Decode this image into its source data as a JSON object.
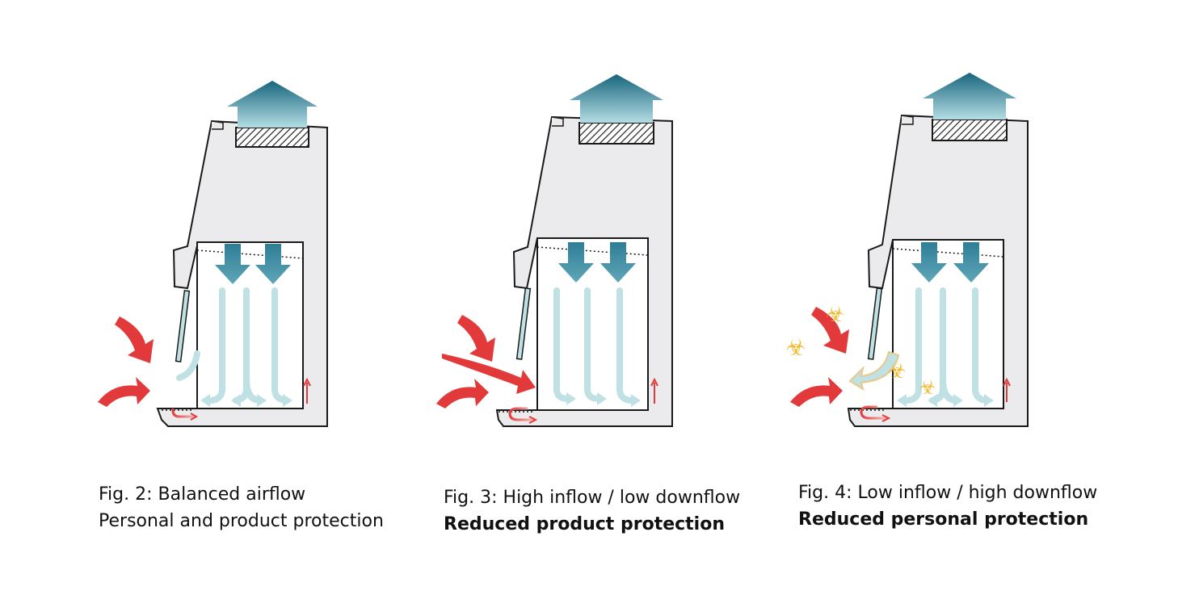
{
  "figures": [
    {
      "id": "fig2",
      "caption_line1": "Fig. 2: Balanced airflow",
      "caption_line2": "Personal and product protection",
      "line2_bold": false,
      "state": "balanced"
    },
    {
      "id": "fig3",
      "caption_line1": "Fig. 3: High inflow / low downflow",
      "caption_line2": "Reduced product protection",
      "line2_bold": true,
      "state": "high-inflow"
    },
    {
      "id": "fig4",
      "caption_line1": "Fig. 4: Low inflow / high downflow",
      "caption_line2": "Reduced personal protection",
      "line2_bold": true,
      "state": "low-inflow"
    }
  ],
  "colors": {
    "cabinet_fill": "#ebebed",
    "cabinet_stroke": "#1a1a1a",
    "exhaust_arrow_top": "#17657c",
    "exhaust_arrow_bottom": "#b4dde4",
    "downflow_arrow": "#3d8ba1",
    "downflow_stream": "#bfe1e4",
    "inflow_arrow": "#e23a3a",
    "biohazard": "#f0b92e"
  },
  "icons": [
    "exhaust-arrow-icon",
    "hepa-filter-icon",
    "downflow-arrow-icon",
    "inflow-arrow-icon",
    "biohazard-icon"
  ]
}
